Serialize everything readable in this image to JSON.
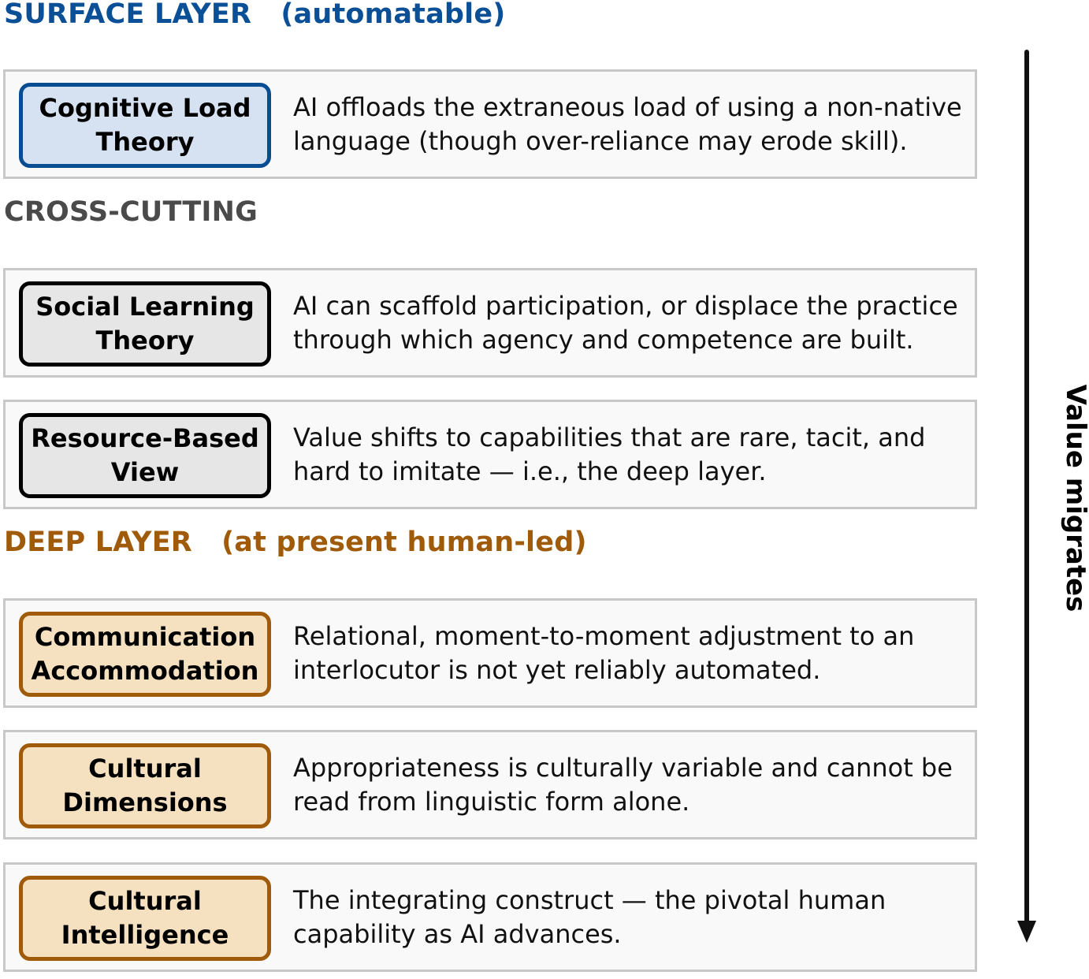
{
  "sections": {
    "surface": {
      "title": "SURFACE LAYER",
      "subtitle": "(automatable)",
      "color": "#0b4f96"
    },
    "cross": {
      "title": "CROSS-CUTTING",
      "color": "#4a4a4a"
    },
    "deep": {
      "title": "DEEP LAYER",
      "subtitle": "(at present human-led)",
      "color": "#a05b0a"
    }
  },
  "rows": [
    {
      "tag": [
        "Cognitive Load",
        "Theory"
      ],
      "desc": [
        "AI offloads the extraneous load of using a non-native",
        "language (though over-reliance may erode skill)."
      ]
    },
    {
      "tag": [
        "Social Learning",
        "Theory"
      ],
      "desc": [
        "AI can scaffold participation, or displace the practice",
        "through which agency and competence are built."
      ]
    },
    {
      "tag": [
        "Resource-Based",
        "View"
      ],
      "desc": [
        "Value shifts to capabilities that are rare, tacit, and",
        "hard to imitate — i.e., the deep layer."
      ]
    },
    {
      "tag": [
        "Communication",
        "Accommodation"
      ],
      "desc": [
        "Relational, moment-to-moment adjustment to an",
        "interlocutor is not yet reliably automated."
      ]
    },
    {
      "tag": [
        "Cultural",
        "Dimensions"
      ],
      "desc": [
        "Appropriateness is culturally variable and cannot be",
        "read from linguistic form alone."
      ]
    },
    {
      "tag": [
        "Cultural",
        "Intelligence"
      ],
      "desc": [
        "The integrating construct — the pivotal human",
        "capability as AI advances."
      ]
    }
  ],
  "arrow": {
    "label": "Value migrates"
  }
}
